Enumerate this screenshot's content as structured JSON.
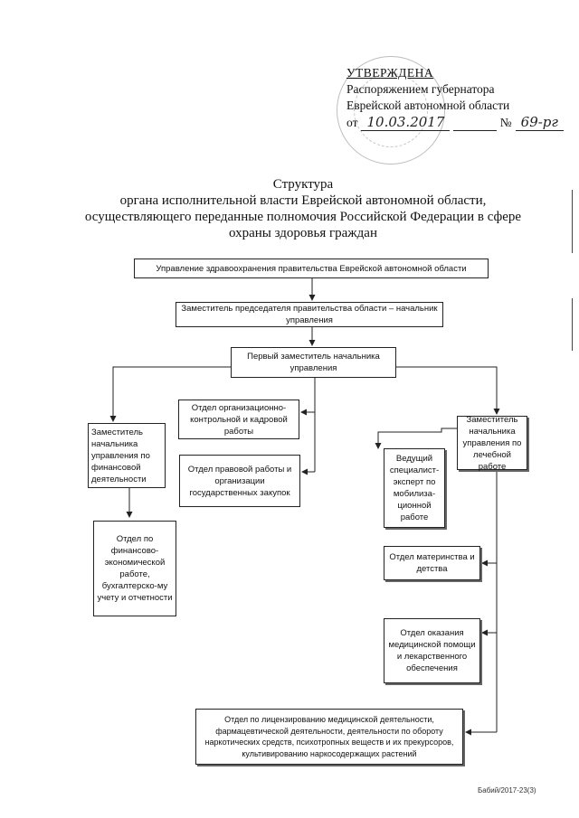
{
  "approval": {
    "approved": "УТВЕРЖДЕНА",
    "line1": "Распоряжением губернатора",
    "line2": "Еврейской автономной области",
    "date_prefix": "от",
    "date": "10.03.2017",
    "number_prefix": "№",
    "number": "69-рг"
  },
  "title": {
    "line1": "Структура",
    "line2": "органа исполнительной власти Еврейской автономной области,",
    "line3": "осуществляющего переданные полномочия Российской Федерации в сфере",
    "line4": "охраны здоровья граждан"
  },
  "org": {
    "head": "Управление здравоохранения правительства Еврейской автономной области",
    "deputy_chairman": "Заместитель председателя правительства области – начальник управления",
    "first_deputy": "Первый заместитель начальника управления",
    "deputy_finance": "Заместитель начальника управления по финансовой деятельности",
    "dept_finance": "Отдел по финансово-экономической работе, бухгалтерско-му учету и отчетности",
    "dept_org_control": "Отдел организационно-контрольной и кадровой работы",
    "dept_legal": "Отдел правовой работы и организации государственных закупок",
    "deputy_medical": "Заместитель начальника управления по лечебной работе",
    "lead_specialist": "Ведущий специалист-эксперт по мобилиза-ционной работе",
    "dept_maternity": "Отдел материнства и детства",
    "dept_medical_aid": "Отдел оказания медицинской помощи и лекарственного обеспечения",
    "dept_licensing": "Отдел по лицензированию медицинской деятельности, фармацевтической деятельности, деятельности по обороту наркотических средств, психотропных веществ и их прекурсоров, культивированию наркосодержащих растений"
  },
  "footer": "Бабий/2017-23(3)"
}
